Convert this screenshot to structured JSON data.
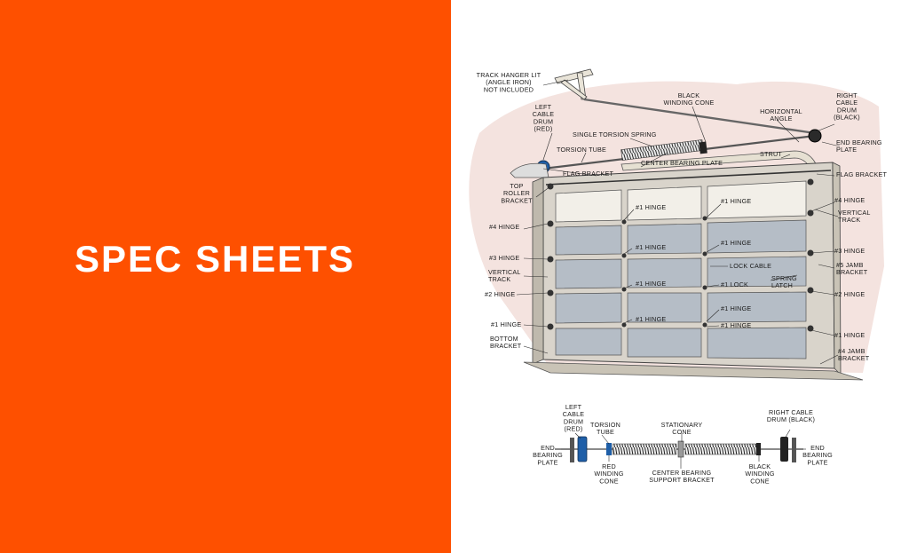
{
  "heading": "SPEC SHEETS",
  "colors": {
    "panel": "#fe5000",
    "heading_text": "#ffffff",
    "door_panel": "#b5bdc6",
    "frame": "#d9d4cb",
    "backdrop": "#f4e3df",
    "drum_left": "#1f5fa8"
  },
  "labels": [
    {
      "id": "track-hanger",
      "lines": [
        "TRACK HANGER LIT",
        "(ANGLE IRON)",
        "NOT INCLUDED"
      ]
    },
    {
      "id": "black-winding-cone",
      "lines": [
        "BLACK",
        "WINDING CONE"
      ]
    },
    {
      "id": "right-cable-drum",
      "lines": [
        "RIGHT",
        "CABLE",
        "DRUM",
        "(BLACK)"
      ]
    },
    {
      "id": "left-cable-drum",
      "lines": [
        "LEFT",
        "CABLE",
        "DRUM",
        "(RED)"
      ]
    },
    {
      "id": "horizontal-angle",
      "lines": [
        "HORIZONTAL",
        "ANGLE"
      ]
    },
    {
      "id": "single-torsion-spring",
      "lines": [
        "SINGLE TORSION SPRING"
      ]
    },
    {
      "id": "end-bearing-plate",
      "lines": [
        "END BEARING",
        "PLATE"
      ]
    },
    {
      "id": "torsion-tube",
      "lines": [
        "TORSION TUBE"
      ]
    },
    {
      "id": "center-bearing-plate",
      "lines": [
        "CENTER BEARING PLATE"
      ]
    },
    {
      "id": "strut",
      "lines": [
        "STRUT"
      ]
    },
    {
      "id": "flag-bracket-left",
      "lines": [
        "FLAG BRACKET"
      ]
    },
    {
      "id": "flag-bracket-right",
      "lines": [
        "FLAG BRACKET"
      ]
    },
    {
      "id": "top-roller-bracket",
      "lines": [
        "TOP",
        "ROLLER",
        "BRACKET"
      ]
    },
    {
      "id": "hinge1-top-a",
      "lines": [
        "#1 HINGE"
      ]
    },
    {
      "id": "hinge1-top-b",
      "lines": [
        "#1 HINGE"
      ]
    },
    {
      "id": "hinge4-right",
      "lines": [
        "#4 HINGE"
      ]
    },
    {
      "id": "vertical-track-right",
      "lines": [
        "VERTICAL",
        "TRACK"
      ]
    },
    {
      "id": "hinge4-left",
      "lines": [
        "#4 HINGE"
      ]
    },
    {
      "id": "hinge1-row2-a",
      "lines": [
        "#1 HINGE"
      ]
    },
    {
      "id": "hinge1-row2-b",
      "lines": [
        "#1 HINGE"
      ]
    },
    {
      "id": "hinge3-right",
      "lines": [
        "#3 HINGE"
      ]
    },
    {
      "id": "hinge3-left",
      "lines": [
        "#3 HINGE"
      ]
    },
    {
      "id": "lock-cable",
      "lines": [
        "LOCK CABLE"
      ]
    },
    {
      "id": "jamb5",
      "lines": [
        "#5 JAMB",
        "BRACKET"
      ]
    },
    {
      "id": "vertical-track-left",
      "lines": [
        "VERTICAL",
        "TRACK"
      ]
    },
    {
      "id": "spring-latch",
      "lines": [
        "SPRING",
        "LATCH"
      ]
    },
    {
      "id": "hinge1-row3",
      "lines": [
        "#1 HINGE"
      ]
    },
    {
      "id": "lock1",
      "lines": [
        "#1 LOCK"
      ]
    },
    {
      "id": "hinge2-left",
      "lines": [
        "#2 HINGE"
      ]
    },
    {
      "id": "hinge2-right",
      "lines": [
        "#2 HINGE"
      ]
    },
    {
      "id": "hinge1-row4-a",
      "lines": [
        "#1 HINGE"
      ]
    },
    {
      "id": "hinge1-row4-b",
      "lines": [
        "#1 HINGE"
      ]
    },
    {
      "id": "hinge1-left",
      "lines": [
        "#1 HINGE"
      ]
    },
    {
      "id": "hinge1-row5",
      "lines": [
        "#1 HINGE"
      ]
    },
    {
      "id": "hinge1-right",
      "lines": [
        "#1 HINGE"
      ]
    },
    {
      "id": "bottom-bracket",
      "lines": [
        "BOTTOM",
        "BRACKET"
      ]
    },
    {
      "id": "jamb4",
      "lines": [
        "#4 JAMB",
        "BRACKET"
      ]
    },
    {
      "id": "bottom-left-drum",
      "lines": [
        "LEFT",
        "CABLE",
        "DRUM",
        "(RED)"
      ]
    },
    {
      "id": "bottom-torsion-tube",
      "lines": [
        "TORSION",
        "TUBE"
      ]
    },
    {
      "id": "stationary-cone",
      "lines": [
        "STATIONARY",
        "CONE"
      ]
    },
    {
      "id": "bottom-right-drum",
      "lines": [
        "RIGHT CABLE",
        "DRUM (BLACK)"
      ]
    },
    {
      "id": "bottom-end-plate-left",
      "lines": [
        "END",
        "BEARING",
        "PLATE"
      ]
    },
    {
      "id": "bottom-end-plate-right",
      "lines": [
        "END",
        "BEARING",
        "PLATE"
      ]
    },
    {
      "id": "red-winding-cone",
      "lines": [
        "RED",
        "WINDING",
        "CONE"
      ]
    },
    {
      "id": "center-bearing-support",
      "lines": [
        "CENTER BEARING",
        "SUPPORT BRACKET"
      ]
    },
    {
      "id": "bottom-black-winding-cone",
      "lines": [
        "BLACK",
        "WINDING",
        "CONE"
      ]
    }
  ]
}
